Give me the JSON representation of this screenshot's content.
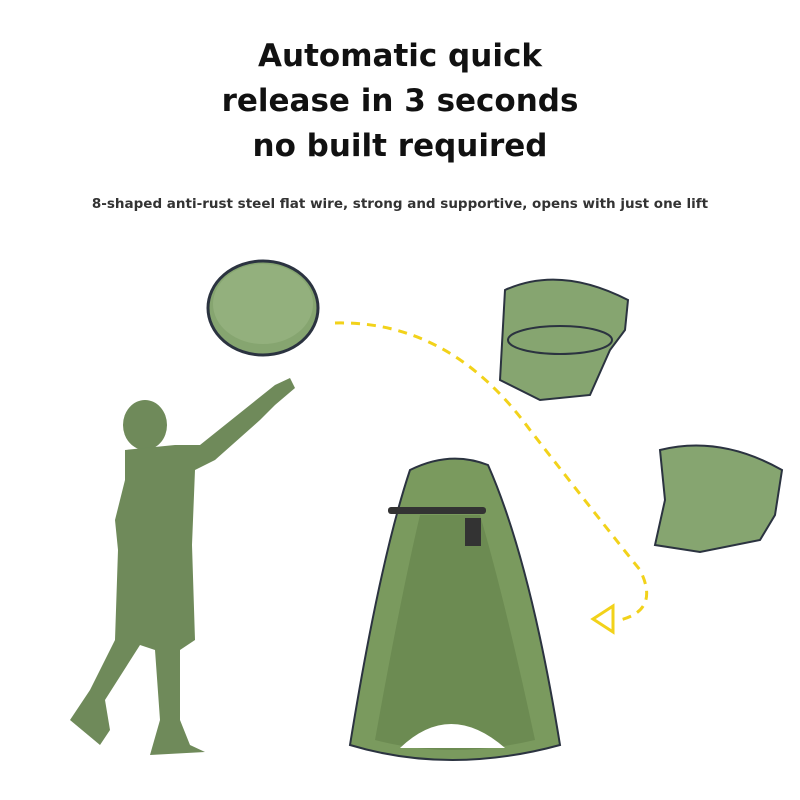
{
  "headline": {
    "line1": "Automatic quick",
    "line2": "release in 3 seconds",
    "line3": "no built required"
  },
  "subtitle": "8-shaped anti-rust steel flat wire, strong and supportive, opens with just one lift",
  "colors": {
    "tent": "#7a9a5e",
    "silhouette": "#6f8a5a",
    "arrow": "#f2d21a"
  }
}
